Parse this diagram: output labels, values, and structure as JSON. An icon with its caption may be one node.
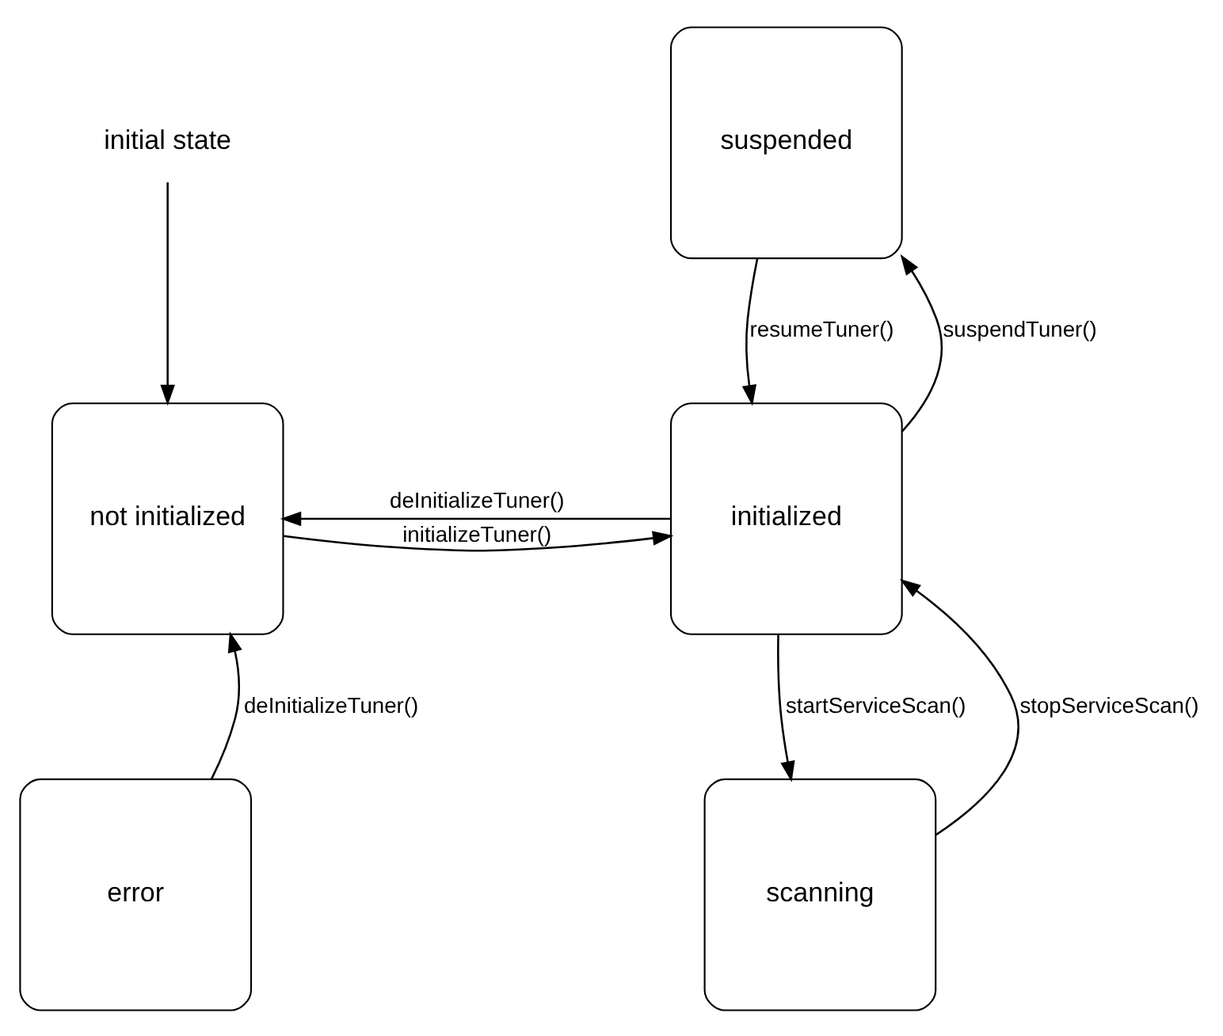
{
  "diagram": {
    "nodes": [
      {
        "text": [
          "suspended"
        ]
      },
      {
        "text": [
          "initial state"
        ]
      },
      {
        "text": [
          "not initialized"
        ]
      },
      {
        "text": [
          "initialized"
        ]
      },
      {
        "text": [
          "error"
        ]
      },
      {
        "text": [
          "scanning"
        ]
      }
    ],
    "edges": [
      {
        "from": 1,
        "to": 2,
        "arrow": "to"
      },
      {
        "from": 0,
        "to": 3,
        "arrow": "to",
        "label": "resumeTuner()"
      },
      {
        "from": 3,
        "to": 0,
        "arrow": "to",
        "label": "suspendTuner()"
      },
      {
        "from": 3,
        "to": 2,
        "arrow": "to",
        "label": "deInitializeTuner()"
      },
      {
        "from": 2,
        "to": 3,
        "arrow": "to",
        "label": "initializeTuner()"
      },
      {
        "from": 4,
        "to": 2,
        "arrow": "to",
        "label": "deInitializeTuner()"
      },
      {
        "from": 3,
        "to": 5,
        "arrow": "to",
        "label": "startServiceScan()"
      },
      {
        "from": 5,
        "to": 3,
        "arrow": "to",
        "label": "stopServiceScan()"
      }
    ]
  }
}
